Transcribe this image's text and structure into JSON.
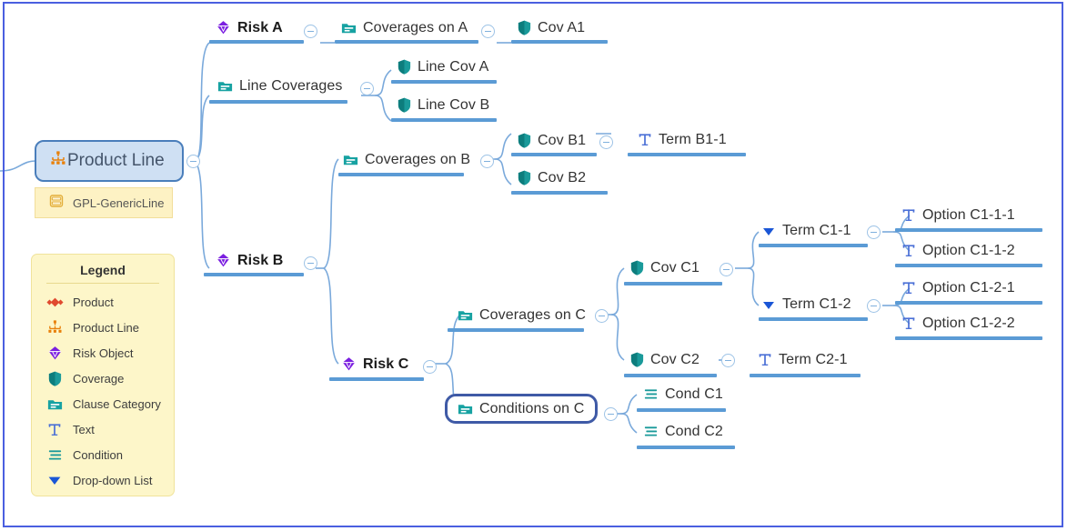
{
  "theme": {
    "border_color": "#4a5fe0",
    "link_color": "#7aa9db",
    "underline_color": "#5b9bd5",
    "root_fill": "#cfe0f3",
    "root_border": "#4a7ebb",
    "badge_fill": "#fdf2c4",
    "legend_fill": "#fdf6c9",
    "selected_border": "#3f5aa6",
    "coverage_color": "#1a9a9a",
    "clause_color": "#17a2a2",
    "text_color": "#4a6fd6",
    "risk_color": "#7b1fe0",
    "product_line_color": "#e8800a",
    "product_color": "#e04a2f",
    "condition_color": "#1a9a9a",
    "dropdown_color": "#1a56d6"
  },
  "root": {
    "label": "Product Line",
    "icon": "product-line-icon",
    "badge": {
      "label": "GPL-GenericLine",
      "icon": "generic-line-icon"
    }
  },
  "legend": {
    "title": "Legend",
    "items": [
      {
        "label": "Product",
        "icon": "product-icon"
      },
      {
        "label": "Product Line",
        "icon": "product-line-icon"
      },
      {
        "label": "Risk Object",
        "icon": "risk-object-icon"
      },
      {
        "label": "Coverage",
        "icon": "coverage-icon"
      },
      {
        "label": "Clause Category",
        "icon": "clause-category-icon"
      },
      {
        "label": "Text",
        "icon": "text-icon"
      },
      {
        "label": "Condition",
        "icon": "condition-icon"
      },
      {
        "label": "Drop-down List",
        "icon": "drop-down-list-icon"
      }
    ]
  },
  "nodes": {
    "risk_a": {
      "label": "Risk A",
      "icon": "risk-object-icon"
    },
    "coverages_on_a": {
      "label": "Coverages on A",
      "icon": "clause-category-icon"
    },
    "cov_a1": {
      "label": "Cov A1",
      "icon": "coverage-icon"
    },
    "line_coverages": {
      "label": "Line Coverages",
      "icon": "clause-category-icon"
    },
    "line_cov_a": {
      "label": "Line Cov A",
      "icon": "coverage-icon"
    },
    "line_cov_b": {
      "label": "Line Cov B",
      "icon": "coverage-icon"
    },
    "coverages_on_b": {
      "label": "Coverages on B",
      "icon": "clause-category-icon"
    },
    "cov_b1": {
      "label": "Cov B1",
      "icon": "coverage-icon"
    },
    "term_b1_1": {
      "label": "Term B1-1",
      "icon": "text-icon"
    },
    "cov_b2": {
      "label": "Cov B2",
      "icon": "coverage-icon"
    },
    "risk_b": {
      "label": "Risk B",
      "icon": "risk-object-icon"
    },
    "risk_c": {
      "label": "Risk C",
      "icon": "risk-object-icon"
    },
    "coverages_on_c": {
      "label": "Coverages on C",
      "icon": "clause-category-icon"
    },
    "cov_c1": {
      "label": "Cov C1",
      "icon": "coverage-icon"
    },
    "term_c1_1": {
      "label": "Term C1-1",
      "icon": "drop-down-list-icon"
    },
    "option_c1_1_1": {
      "label": "Option C1-1-1",
      "icon": "text-icon"
    },
    "option_c1_1_2": {
      "label": "Option C1-1-2",
      "icon": "text-icon"
    },
    "term_c1_2": {
      "label": "Term C1-2",
      "icon": "drop-down-list-icon"
    },
    "option_c1_2_1": {
      "label": "Option C1-2-1",
      "icon": "text-icon"
    },
    "option_c1_2_2": {
      "label": "Option C1-2-2",
      "icon": "text-icon"
    },
    "cov_c2": {
      "label": "Cov C2",
      "icon": "coverage-icon"
    },
    "term_c2_1": {
      "label": "Term C2-1",
      "icon": "text-icon"
    },
    "conditions_on_c": {
      "label": "Conditions on C",
      "icon": "clause-category-icon"
    },
    "cond_c1": {
      "label": "Cond C1",
      "icon": "condition-icon"
    },
    "cond_c2": {
      "label": "Cond C2",
      "icon": "condition-icon"
    }
  }
}
